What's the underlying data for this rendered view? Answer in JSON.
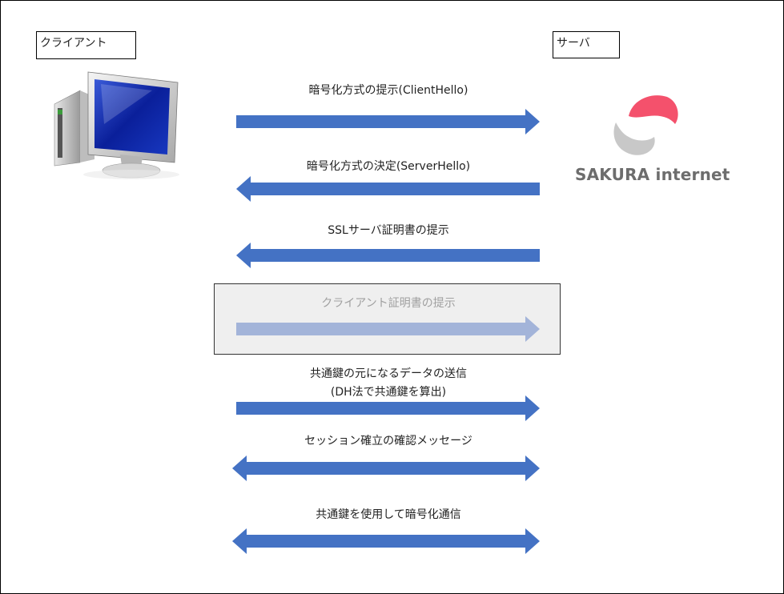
{
  "actors": {
    "client_label": "クライアント",
    "server_label": "サーバ"
  },
  "server_logo": {
    "text": "SAKURA internet",
    "accent_color": "#f4516c",
    "gray_color": "#c8c8c8"
  },
  "arrow_colors": {
    "normal": "#4472c4",
    "faded": "#a3b4d9"
  },
  "steps": [
    {
      "lines": [
        "暗号化方式の提示(ClientHello)"
      ],
      "direction": "right"
    },
    {
      "lines": [
        "暗号化方式の決定(ServerHello)"
      ],
      "direction": "left"
    },
    {
      "lines": [
        "SSLサーバ証明書の提示"
      ],
      "direction": "left"
    },
    {
      "lines": [
        "クライアント証明書の提示"
      ],
      "direction": "right",
      "optional": true
    },
    {
      "lines": [
        "共通鍵の元になるデータの送信",
        "(DH法で共通鍵を算出)"
      ],
      "direction": "right"
    },
    {
      "lines": [
        "セッション確立の確認メッセージ"
      ],
      "direction": "both"
    },
    {
      "lines": [
        "共通鍵を使用して暗号化通信"
      ],
      "direction": "both"
    }
  ]
}
